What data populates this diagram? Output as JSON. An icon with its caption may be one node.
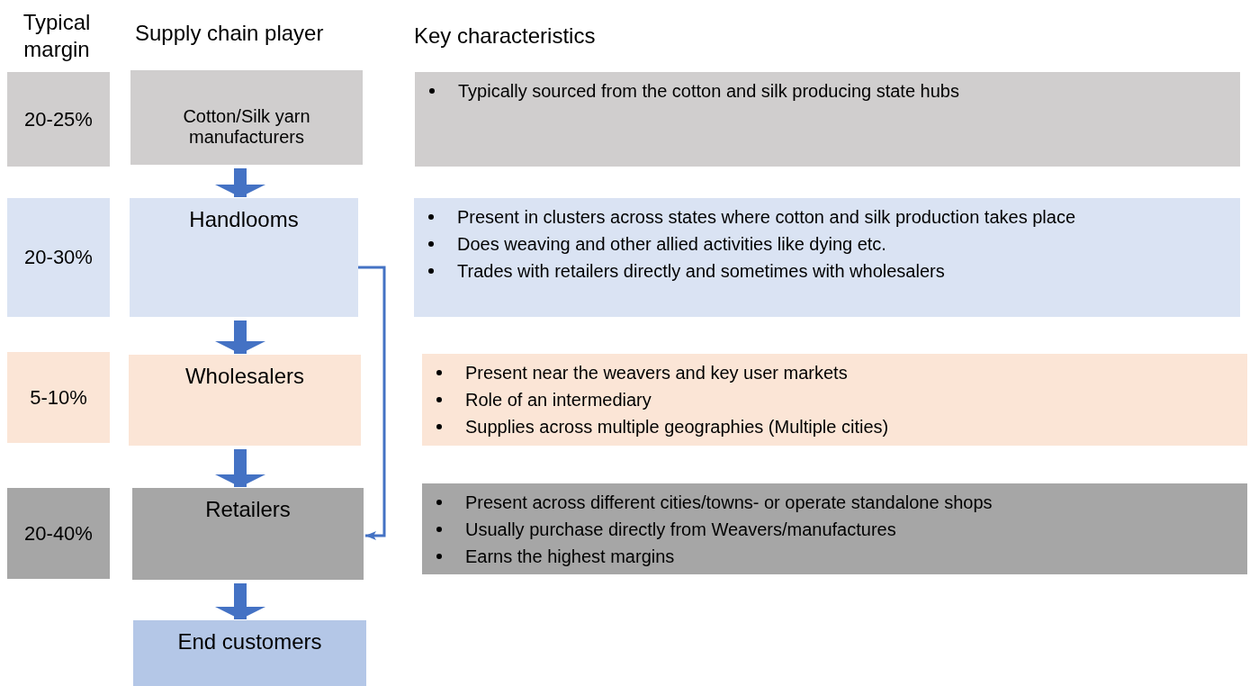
{
  "diagram": {
    "nodes": [
      {
        "text": [
          "20-25%"
        ]
      },
      {
        "text": [
          "Cotton/Silk yarn manufacturers"
        ]
      },
      {
        "text": [
          "Typically sourced from the cotton and silk producing state hubs"
        ]
      },
      {
        "text": [
          "20-30%"
        ]
      },
      {
        "text": [
          "Handlooms"
        ]
      },
      {
        "text": [
          "Present in clusters across states where cotton and silk production takes place",
          "Does weaving and other allied activities like dying etc.",
          "Trades with retailers directly and sometimes with wholesalers"
        ]
      },
      {
        "text": [
          "5-10%"
        ]
      },
      {
        "text": [
          "Wholesalers"
        ]
      },
      {
        "text": [
          "Present  near the weavers and key user markets",
          "Role of an intermediary",
          "Supplies across multiple geographies (Multiple cities)"
        ]
      },
      {
        "text": [
          "20-40%"
        ]
      },
      {
        "text": [
          "Retailers"
        ]
      },
      {
        "text": [
          "Present across different cities/towns- or operate standalone shops",
          "Usually  purchase directly from Weavers/manufactures",
          "Earns the highest margins"
        ]
      },
      {
        "text": [
          "End customers"
        ]
      }
    ],
    "edges": [
      {
        "from": 1,
        "to": 4,
        "arrow": "to"
      },
      {
        "from": 4,
        "to": 7,
        "arrow": "to"
      },
      {
        "from": 7,
        "to": 10,
        "arrow": "to"
      },
      {
        "from": 10,
        "to": 12,
        "arrow": "to"
      },
      {
        "from": 4,
        "to": 10,
        "arrow": "to"
      }
    ],
    "labels": [
      "Typical margin",
      "Supply chain player",
      "Key characteristics"
    ]
  }
}
